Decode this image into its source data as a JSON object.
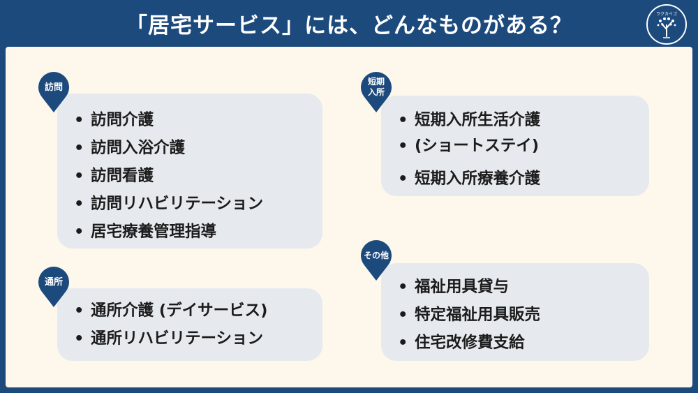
{
  "title": "「居宅サービス」には、どんなものがある？",
  "logo": {
    "text": "ラクカイゴ",
    "icon": "tree-icon"
  },
  "colors": {
    "frame": "#1d4a7c",
    "panel": "#fdf7ec",
    "card": "#e6eaee",
    "pin": "#1d4a7c"
  },
  "groups": [
    {
      "tag": "訪問",
      "items": [
        "訪問介護",
        "訪問入浴介護",
        "訪問看護",
        "訪問リハビリテーション",
        "居宅療養管理指導"
      ]
    },
    {
      "tag": "短期\n入所",
      "items": [
        "短期入所生活介護",
        "(ショートステイ)",
        "短期入所療養介護"
      ]
    },
    {
      "tag": "通所",
      "items": [
        "通所介護 (デイサービス)",
        "通所リハビリテーション"
      ]
    },
    {
      "tag": "その他",
      "items": [
        "福祉用具貸与",
        "特定福祉用具販売",
        "住宅改修費支給"
      ]
    }
  ]
}
